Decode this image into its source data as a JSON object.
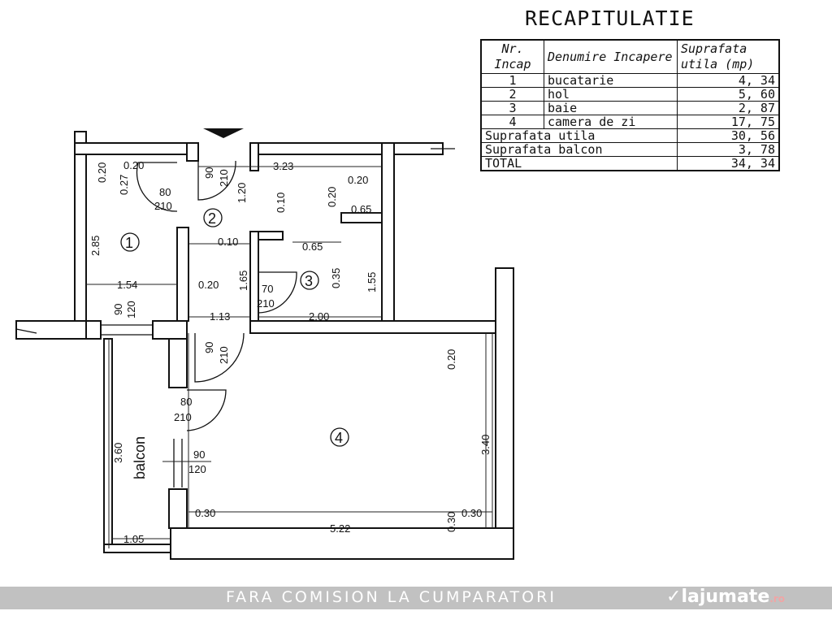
{
  "recap": {
    "title": "RECAPITULATIE",
    "headers": [
      "Nr. Incap",
      "Denumire Incapere",
      "Suprafata utila (mp)"
    ],
    "rows": [
      {
        "nr": "1",
        "name": "bucatarie",
        "area": "4, 34"
      },
      {
        "nr": "2",
        "name": "hol",
        "area": "5, 60"
      },
      {
        "nr": "3",
        "name": "baie",
        "area": "2, 87"
      },
      {
        "nr": "4",
        "name": "camera de zi",
        "area": "17, 75"
      }
    ],
    "totals": [
      {
        "label": "Suprafata utila",
        "value": "30, 56"
      },
      {
        "label": "Suprafata balcon",
        "value": "3, 78"
      },
      {
        "label": "TOTAL",
        "value": "34, 34"
      }
    ]
  },
  "plan": {
    "rooms": [
      "1",
      "2",
      "3",
      "4"
    ],
    "balcony_label": "balcon",
    "dims": {
      "k_top_020": "0.20",
      "k_020_v": "0.20",
      "k_027": "0.27",
      "door_k": "80",
      "door_k_h": "210",
      "door_hall_top": "90",
      "door_hall_top_h": "210",
      "hall_width": "3.23",
      "hall_120": "1.20",
      "b_020": "0.20",
      "b_010": "0.10",
      "b_020b": "0.20",
      "b_065a": "0.65",
      "b_010b": "0.10",
      "b_065b": "0.65",
      "k_285": "2.85",
      "k_154": "1.54",
      "k_020h": "0.20",
      "h_165": "1.65",
      "b_035": "0.35",
      "b_155": "1.55",
      "door_b": "70",
      "door_b_h": "210",
      "h_113": "1.13",
      "b_200": "2.00",
      "win_k": "90",
      "win_k_h": "120",
      "door_l": "90",
      "door_l_h": "210",
      "l_020": "0.20",
      "door_bal": "80",
      "door_bal_h": "210",
      "bal_360": "3.60",
      "win_l": "90",
      "win_l_h": "120",
      "l_340": "3.40",
      "l_030a": "0.30",
      "l_522": "5.22",
      "l_030b": "0.30",
      "l_030c": "0.30",
      "bal_105": "1.05"
    }
  },
  "banner": {
    "text": "FARA COMISION LA CUMPARATORI",
    "logo": "lajumate",
    "logo_tld": ".ro"
  },
  "colors": {
    "banner": "#c1c1c1",
    "ink": "#111111"
  }
}
